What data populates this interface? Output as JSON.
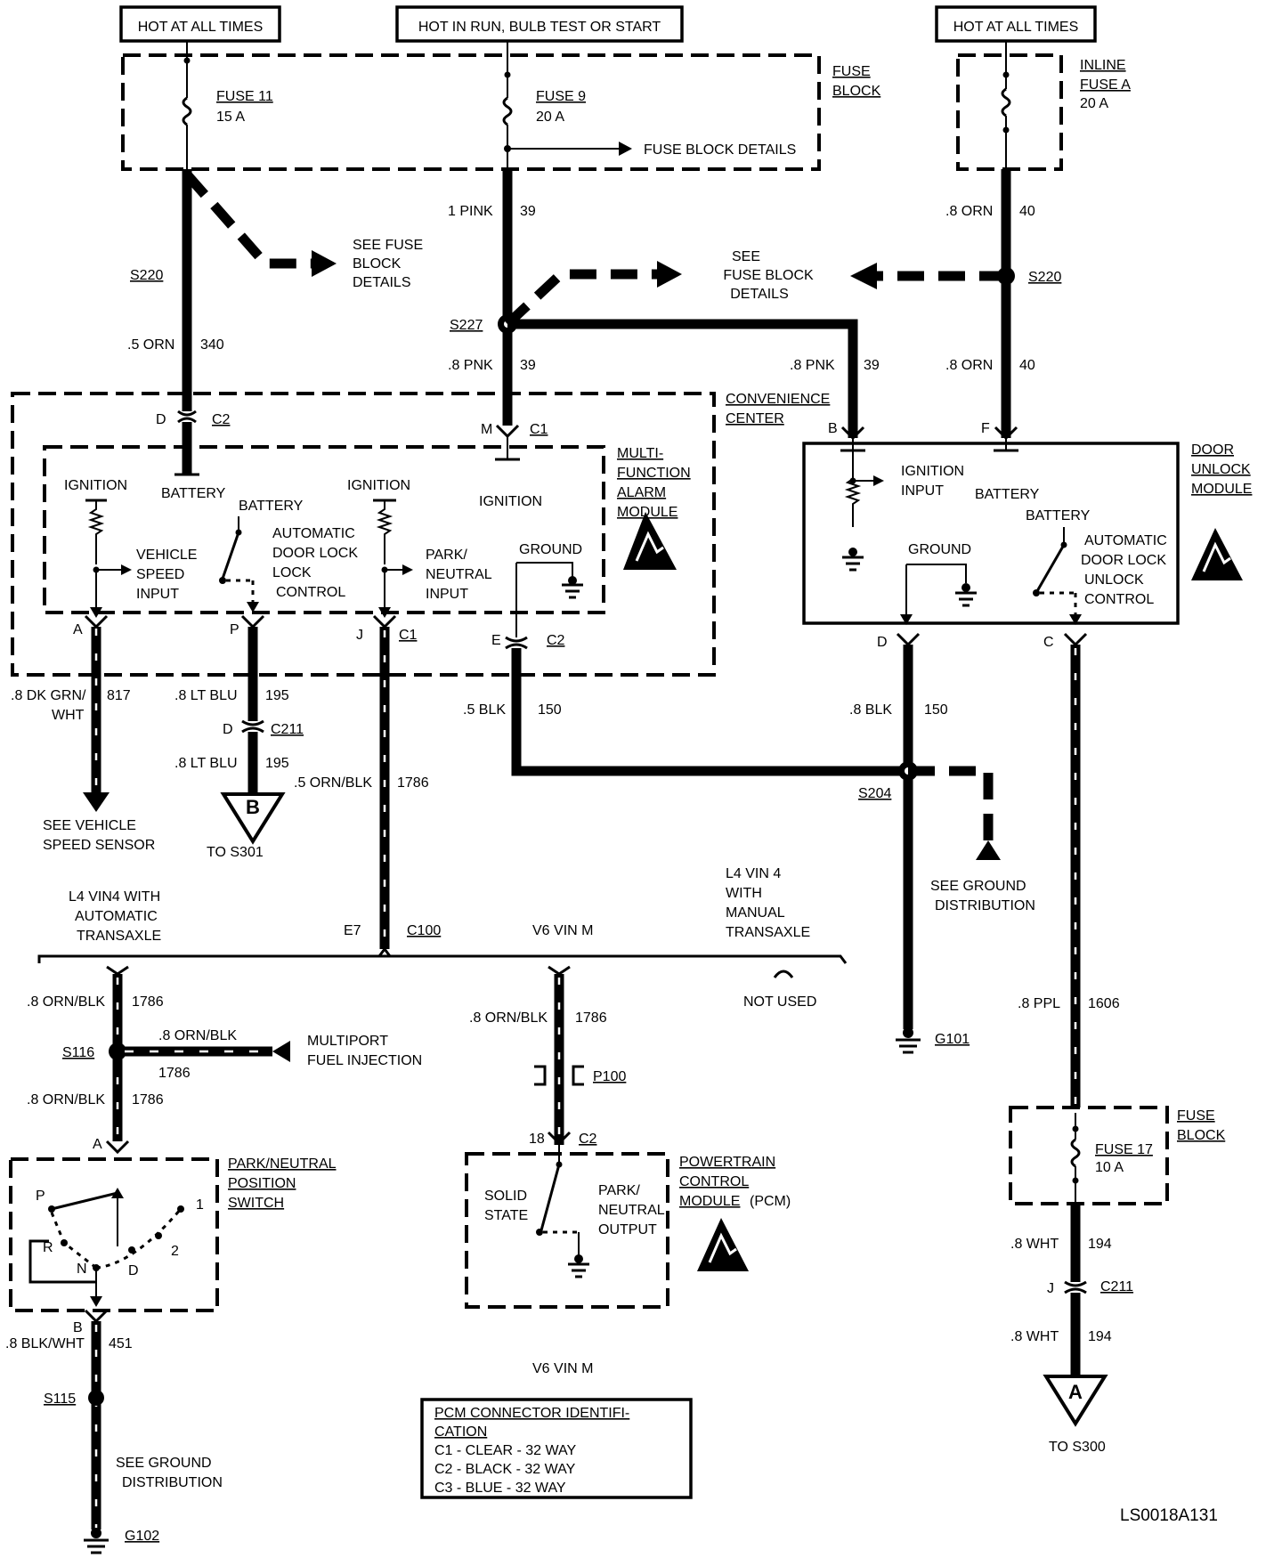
{
  "power": {
    "left": "HOT AT ALL TIMES",
    "center": "HOT IN RUN, BULB TEST OR START",
    "right": "HOT AT ALL TIMES"
  },
  "fuse_block": {
    "label_line1": "FUSE",
    "label_line2": "BLOCK",
    "details": "FUSE BLOCK DETAILS"
  },
  "fuses": {
    "f11_name": "FUSE 11",
    "f11_rating": "15 A",
    "f9_name": "FUSE 9",
    "f9_rating": "20 A",
    "inline_line1": "INLINE",
    "inline_line2": "FUSE A",
    "inline_rating": "20 A",
    "f17_name": "FUSE 17",
    "f17_rating": "10 A",
    "fb2_line1": "FUSE",
    "fb2_line2": "BLOCK"
  },
  "see_fuse_left": [
    "SEE FUSE",
    "BLOCK",
    "DETAILS"
  ],
  "see_fuse_mid": [
    "SEE",
    "FUSE BLOCK",
    "DETAILS"
  ],
  "splices": {
    "s220a": "S220",
    "s227": "S227",
    "s220b": "S220",
    "s204": "S204",
    "s116": "S116",
    "s115": "S115"
  },
  "wires": {
    "w1_color": "1 PINK",
    "w1_num": "39",
    "w2_color": ".8 ORN",
    "w2_num": "40",
    "w3_color": ".5 ORN",
    "w3_num": "340",
    "w4_color": ".8 PNK",
    "w4_num": "39",
    "w5_color": ".8 PNK",
    "w5_num": "39",
    "w6_color": ".8 ORN",
    "w6_num": "40",
    "w7_color1": ".8 DK GRN/",
    "w7_color2": "WHT",
    "w7_num": "817",
    "w8_color": ".8 LT BLU",
    "w8_num": "195",
    "w9_color": ".8 LT BLU",
    "w9_num": "195",
    "w10_color": ".5 ORN/BLK",
    "w10_num": "1786",
    "w11_color": ".5 BLK",
    "w11_num": "150",
    "w12_color": ".8 BLK",
    "w12_num": "150",
    "w13_color": ".8 ORN/BLK",
    "w13_num": "1786",
    "w14_color": ".8 ORN/BLK",
    "w14_num": "1786",
    "w15_color": ".8 ORN/BLK",
    "w15_num": "1786",
    "w16_color": ".8 ORN/BLK",
    "w16_num": "1786",
    "w17_color": ".8 BLK/WHT",
    "w17_num": "451",
    "w18_color": ".8 PPL",
    "w18_num": "1606",
    "w19_color": ".8 WHT",
    "w19_num": "194",
    "w20_color": ".8 WHT",
    "w20_num": "194"
  },
  "convenience": {
    "line1": "CONVENIENCE",
    "line2": "CENTER"
  },
  "mfam": {
    "title": [
      "MULTI-",
      "FUNCTION",
      "ALARM",
      "MODULE"
    ],
    "ign1": "IGNITION",
    "battery1": "BATTERY",
    "ign2": "IGNITION",
    "ign3": "IGNITION",
    "battery2": "BATTERY",
    "vss": [
      "VEHICLE",
      "SPEED",
      "INPUT"
    ],
    "adl": [
      "AUTOMATIC",
      "DOOR LOCK",
      "LOCK",
      "CONTROL"
    ],
    "pn": [
      "PARK/",
      "NEUTRAL",
      "INPUT"
    ],
    "ground": "GROUND"
  },
  "connectors": {
    "d": "D",
    "c2a": "C2",
    "m": "M",
    "c1a": "C1",
    "a": "A",
    "p": "P",
    "j": "J",
    "c1b": "C1",
    "e": "E",
    "c2b": "C2",
    "b": "B",
    "f": "F",
    "d2": "D",
    "c": "C",
    "d3": "D",
    "c211a": "C211",
    "e7": "E7",
    "c100": "C100",
    "p100": "P100",
    "n18": "18",
    "c2c": "C2",
    "a2": "A",
    "b2": "B",
    "j2": "J",
    "c211b": "C211"
  },
  "dum": {
    "title": [
      "DOOR",
      "UNLOCK",
      "MODULE"
    ],
    "ign": [
      "IGNITION",
      "INPUT"
    ],
    "battery1": "BATTERY",
    "battery2": "BATTERY",
    "ground": "GROUND",
    "adu": [
      "AUTOMATIC",
      "DOOR LOCK",
      "UNLOCK",
      "CONTROL"
    ]
  },
  "refs": {
    "vss": [
      "SEE VEHICLE",
      "SPEED SENSOR"
    ],
    "b_letter": "B",
    "to_s301": "TO S301",
    "ground_dist": [
      "SEE GROUND",
      "DISTRIBUTION"
    ],
    "g101": "G101",
    "a_letter": "A",
    "to_s300": "TO S300",
    "ground_dist2": [
      "SEE GROUND",
      "DISTRIBUTION"
    ],
    "g102": "G102"
  },
  "variants": {
    "l4auto": [
      "L4 VIN4 WITH",
      "AUTOMATIC",
      "TRANSAXLE"
    ],
    "v6": "V6 VIN M",
    "l4man": [
      "L4 VIN 4",
      "WITH",
      "MANUAL",
      "TRANSAXLE"
    ],
    "not_used": "NOT USED"
  },
  "mpfi": [
    "MULTIPORT",
    "FUEL INJECTION"
  ],
  "pnp": {
    "title": [
      "PARK/NEUTRAL",
      "POSITION",
      "SWITCH"
    ],
    "p": "P",
    "r": "R",
    "n": "N",
    "d": "D",
    "g1": "1",
    "g2": "2"
  },
  "pcm": {
    "title1": "POWERTRAIN",
    "title2": "CONTROL",
    "title3": "MODULE",
    "title3b": "(PCM)",
    "solid": [
      "SOLID",
      "STATE"
    ],
    "pn_out": [
      "PARK/",
      "NEUTRAL",
      "OUTPUT"
    ]
  },
  "v6_bottom": "V6 VIN M",
  "pcm_conn": {
    "title1": "PCM CONNECTOR IDENTIFI-",
    "title2": "CATION",
    "c1": "C1 - CLEAR - 32 WAY",
    "c2": "C2 - BLACK - 32 WAY",
    "c3": "C3 - BLUE - 32 WAY"
  },
  "doc_id": "LS0018A131"
}
